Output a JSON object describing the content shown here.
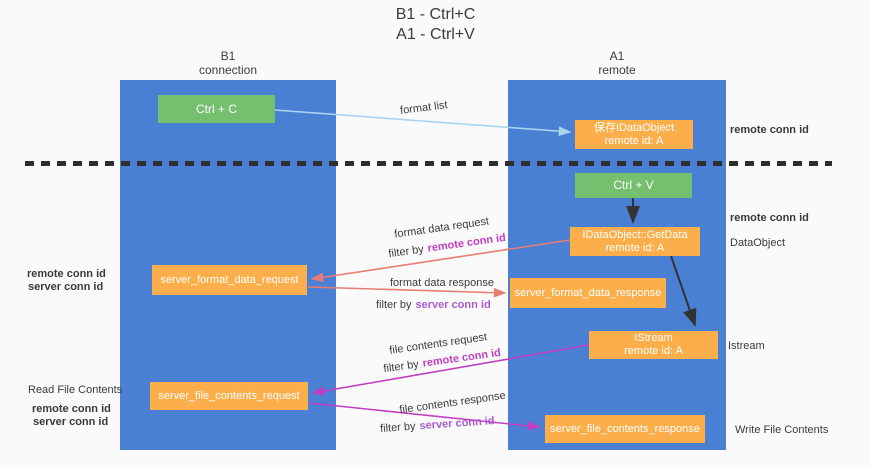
{
  "title": {
    "line1": "B1 - Ctrl+C",
    "line2": "A1 - Ctrl+V"
  },
  "columns": {
    "left": {
      "name": "B1",
      "role": "connection"
    },
    "right": {
      "name": "A1",
      "role": "remote"
    }
  },
  "nodes": {
    "ctrl_c": "Ctrl + C",
    "ctrl_v": "Ctrl + V",
    "save_idataobject": {
      "line1": "保存IDataObject",
      "line2": "remote id: A"
    },
    "idataobject_getdata": {
      "line1": "IDataObject::GetData",
      "line2": "remote id: A"
    },
    "istream": {
      "line1": "IStream",
      "line2": "remote id: A"
    },
    "server_format_data_request": "server_format_data_request",
    "server_format_data_response": "server_format_data_response",
    "server_file_contents_request": "server_file_contents_request",
    "server_file_contents_response": "server_file_contents_response"
  },
  "flow_labels": {
    "format_list": "format list",
    "format_data_request": "format data request",
    "format_data_response": "format data response",
    "file_contents_request": "file contents request",
    "file_contents_response": "file contents response",
    "filter_by": "filter by",
    "remote_conn_id": "remote conn id",
    "server_conn_id": "server conn id"
  },
  "side_labels": {
    "remote_conn_id": "remote conn id",
    "server_conn_id": "server conn id",
    "dataobject": "DataObject",
    "istream": "Istream",
    "read_file_contents": "Read File Contents",
    "write_file_contents": "Write File Contents"
  },
  "colors": {
    "panel_blue": "#4a80d4",
    "node_green": "#74c06e",
    "node_orange": "#fcae4b",
    "arrow_lightblue": "#a9d5f2",
    "arrow_salmon": "#e97c74",
    "arrow_magenta": "#c13ec1",
    "arrow_black": "#333333",
    "text_purple": "#a95ad0",
    "text_green": "#56ad56"
  }
}
